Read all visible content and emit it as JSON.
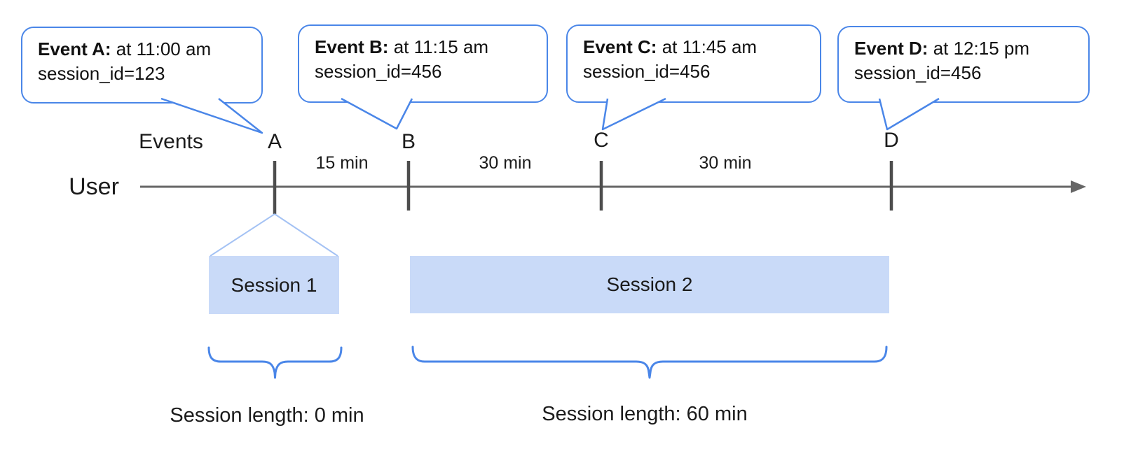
{
  "callouts": [
    {
      "title": "Event A:",
      "time": " at 11:00 am",
      "detail": "session_id=123"
    },
    {
      "title": "Event B:",
      "time": " at 11:15 am",
      "detail": "session_id=456"
    },
    {
      "title": "Event C:",
      "time": " at 11:45 am",
      "detail": "session_id=456"
    },
    {
      "title": "Event D:",
      "time": " at 12:15 pm",
      "detail": "session_id=456"
    }
  ],
  "events_row": {
    "axis_label": "Events",
    "labels": [
      "A",
      "B",
      "C",
      "D"
    ]
  },
  "timeline": {
    "user_label": "User"
  },
  "intervals": [
    "15 min",
    "30 min",
    "30 min"
  ],
  "sessions": [
    {
      "name": "Session 1",
      "length": "Session length: 0 min"
    },
    {
      "name": "Session 2",
      "length": "Session length: 60 min"
    }
  ],
  "colors": {
    "callout_border_blue": "#4a86e8",
    "session_fill_blue": "#c9daf8",
    "funnel_light_blue": "#a4c2f4",
    "axis_gray": "#666666",
    "tick_gray": "#4d4d4d",
    "text_black": "#1b1b1b"
  }
}
